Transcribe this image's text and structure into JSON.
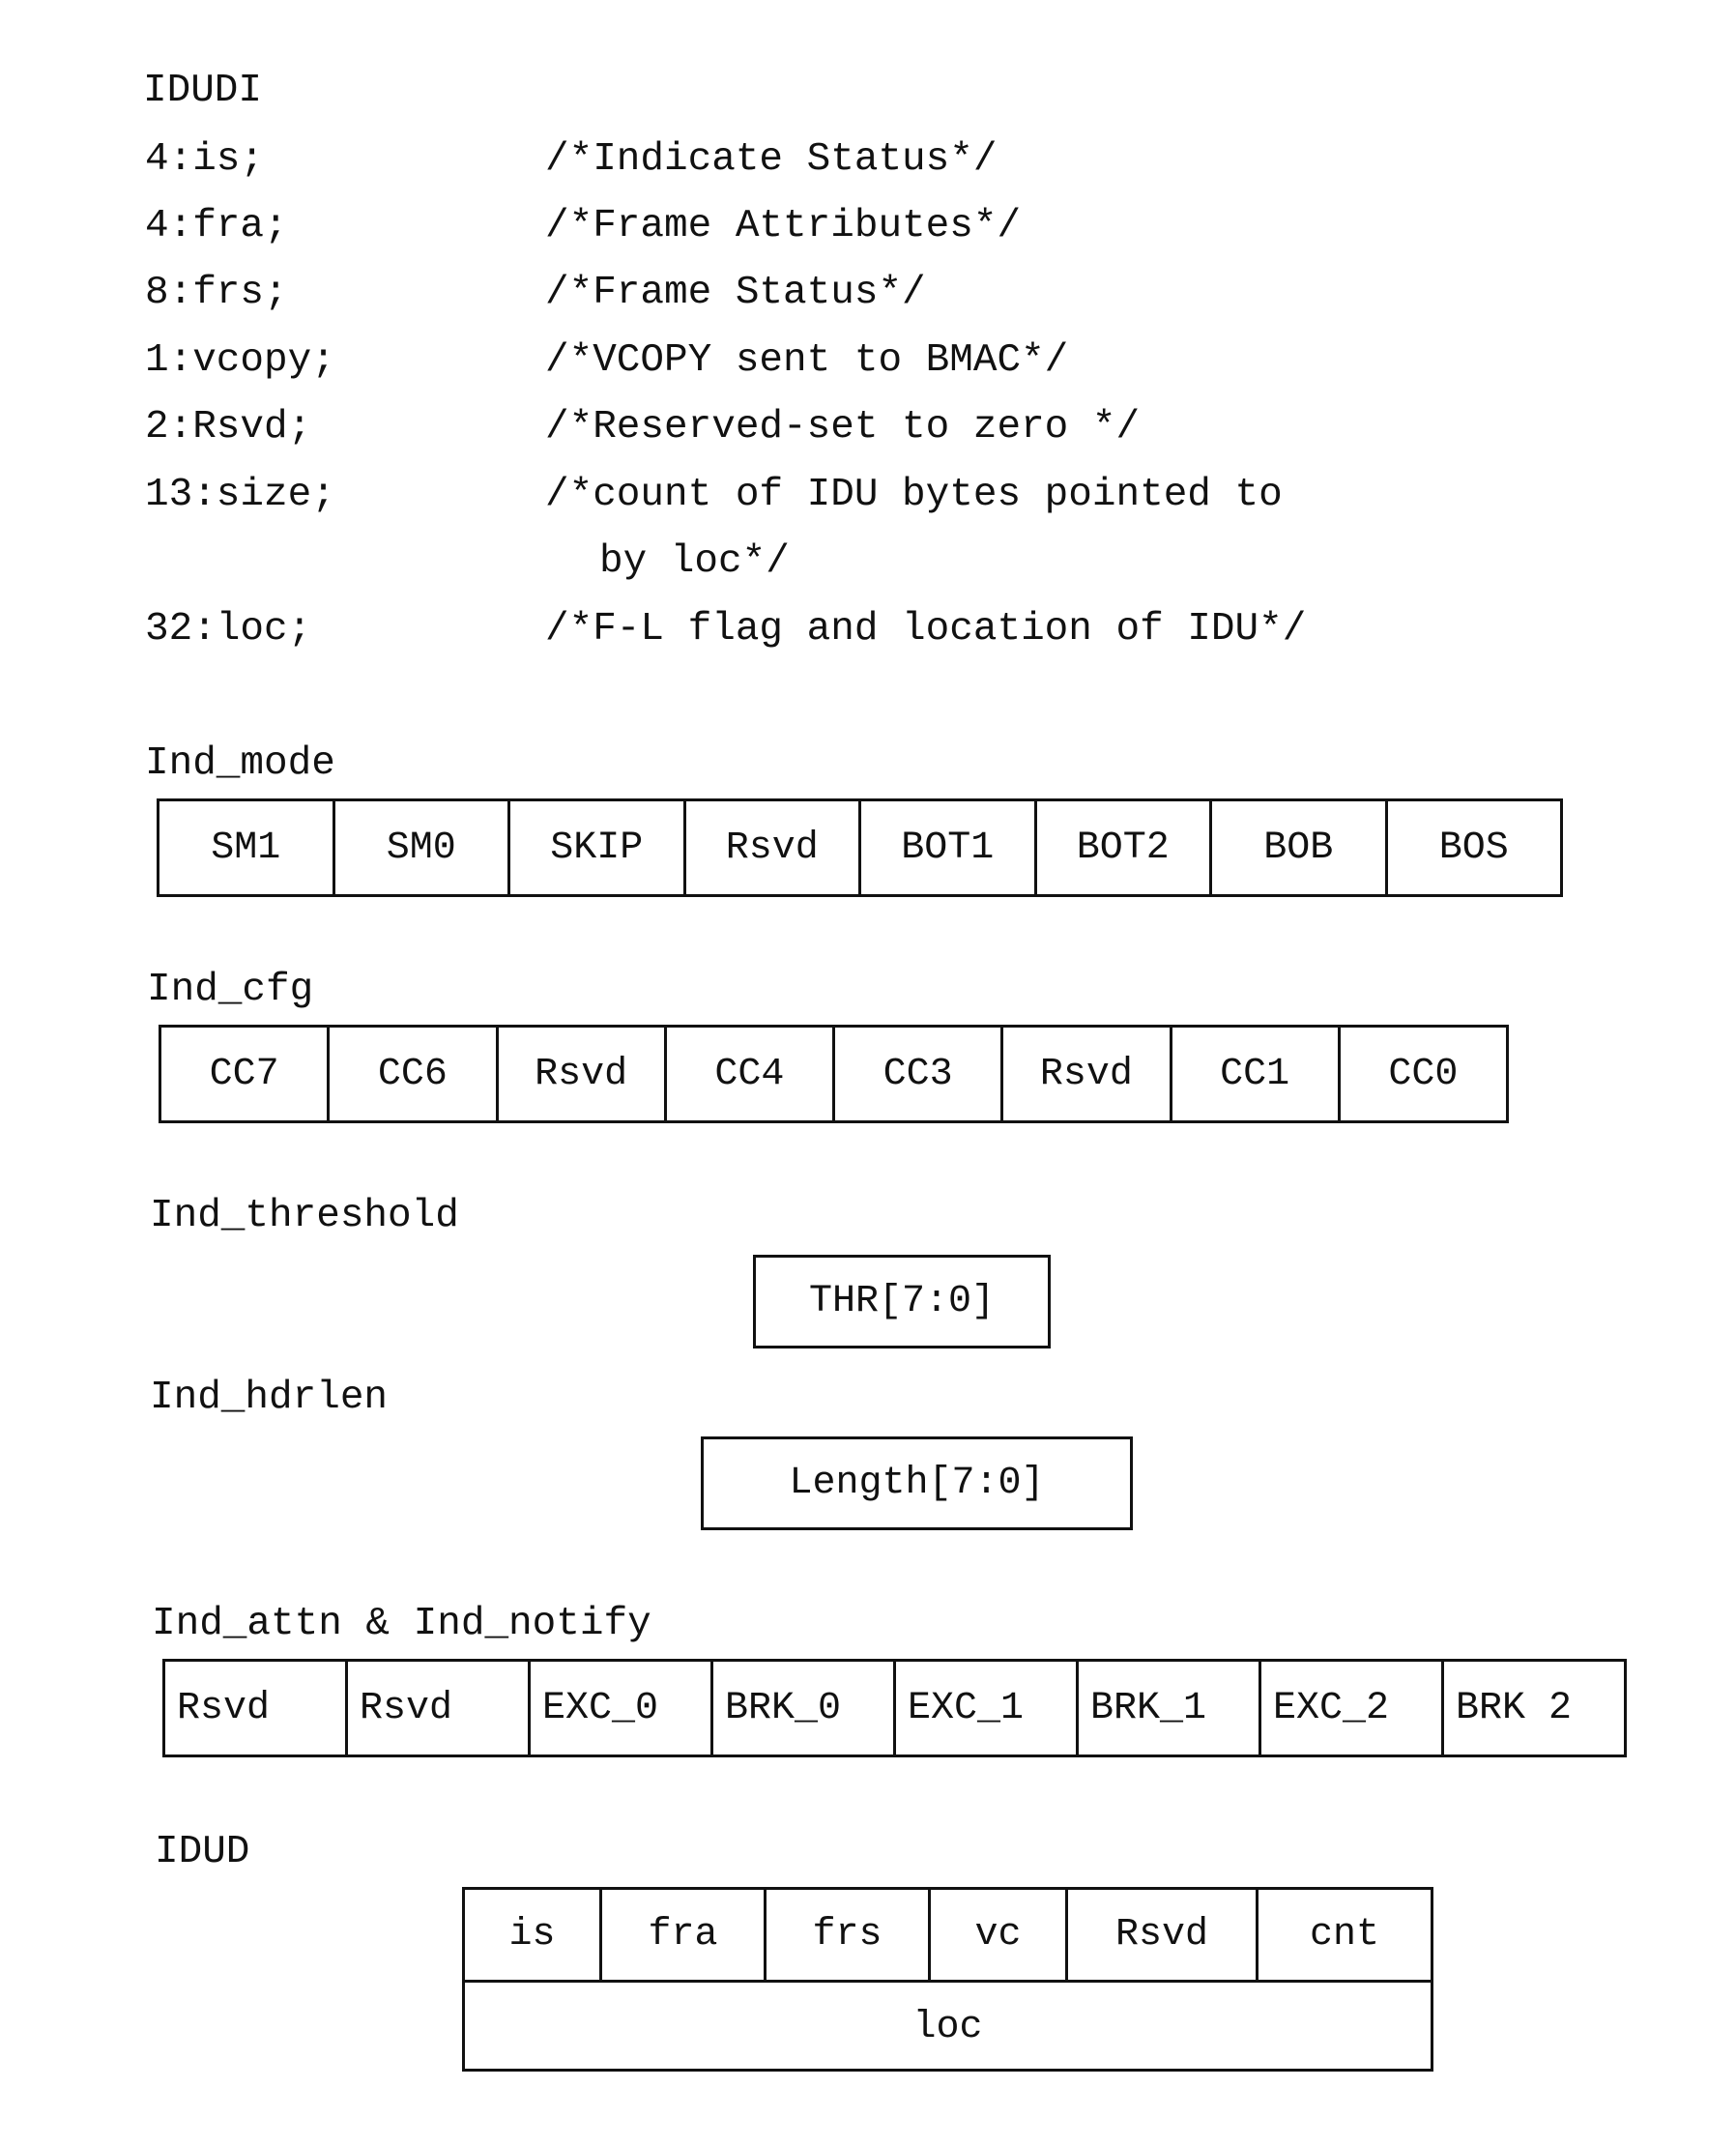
{
  "idudi": {
    "title": "IDUDI",
    "fields": [
      {
        "decl": "4:is;",
        "comment": "/*Indicate Status*/"
      },
      {
        "decl": "4:fra;",
        "comment": "/*Frame Attributes*/"
      },
      {
        "decl": "8:frs;",
        "comment": "/*Frame Status*/"
      },
      {
        "decl": "1:vcopy;",
        "comment": "/*VCOPY sent to BMAC*/"
      },
      {
        "decl": "2:Rsvd;",
        "comment": "/*Reserved-set to zero */"
      },
      {
        "decl": "13:size;",
        "comment": "/*count of IDU bytes pointed to"
      },
      {
        "decl": "32:loc;",
        "comment": "/*F-L flag and location of IDU*/"
      }
    ],
    "size_comment_cont": "by loc*/"
  },
  "ind_mode": {
    "label": "Ind_mode",
    "cells": [
      "SM1",
      "SM0",
      "SKIP",
      "Rsvd",
      "BOT1",
      "BOT2",
      "BOB",
      "BOS"
    ]
  },
  "ind_cfg": {
    "label": "Ind_cfg",
    "cells": [
      "CC7",
      "CC6",
      "Rsvd",
      "CC4",
      "CC3",
      "Rsvd",
      "CC1",
      "CC0"
    ]
  },
  "ind_threshold": {
    "label": "Ind_threshold",
    "cell": "THR[7:0]"
  },
  "ind_hdrlen": {
    "label": "Ind_hdrlen",
    "cell": "Length[7:0]"
  },
  "ind_attn": {
    "label": "Ind_attn & Ind_notify",
    "cells": [
      "Rsvd",
      "Rsvd",
      "EXC_0",
      "BRK_0",
      "EXC_1",
      "BRK_1",
      "EXC_2",
      "BRK 2"
    ]
  },
  "idud": {
    "label": "IDUD",
    "row1": [
      "is",
      "fra",
      "frs",
      "vc",
      "Rsvd",
      "cnt"
    ],
    "row2": "loc"
  }
}
